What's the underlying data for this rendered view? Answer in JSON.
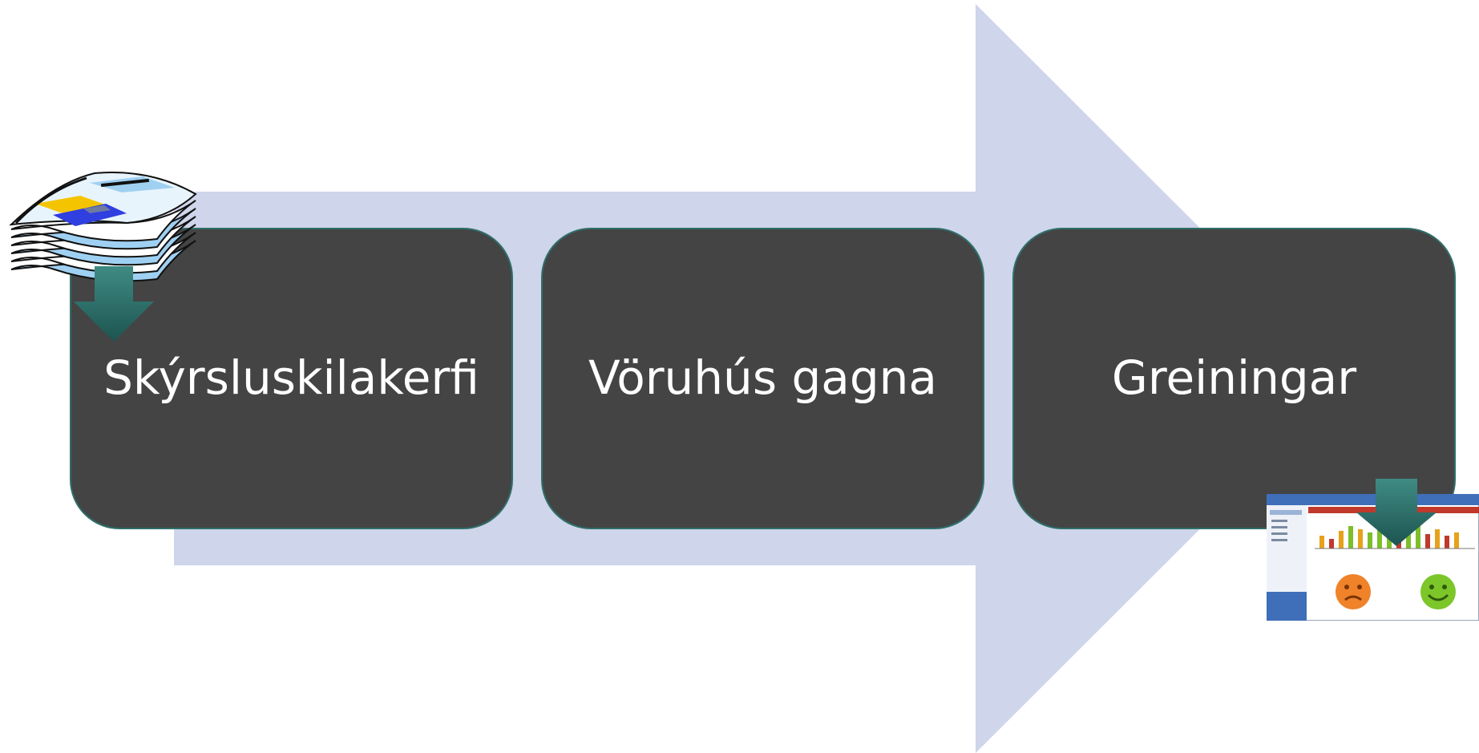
{
  "diagram": {
    "stages": [
      {
        "label": "Skýrsluskilakerfi"
      },
      {
        "label": "Vöruhús gagna"
      },
      {
        "label": "Greiningar"
      }
    ],
    "icons": {
      "source": "stacked-documents-icon",
      "output": "dashboard-report-icon",
      "flow": "down-arrow-icon"
    },
    "colors": {
      "arrow_fill": "#cfd5ea",
      "box_fill": "#444444",
      "box_border": "#2f6f6a",
      "label_text": "#ffffff",
      "flow_arrow": "#2d6a66"
    }
  }
}
